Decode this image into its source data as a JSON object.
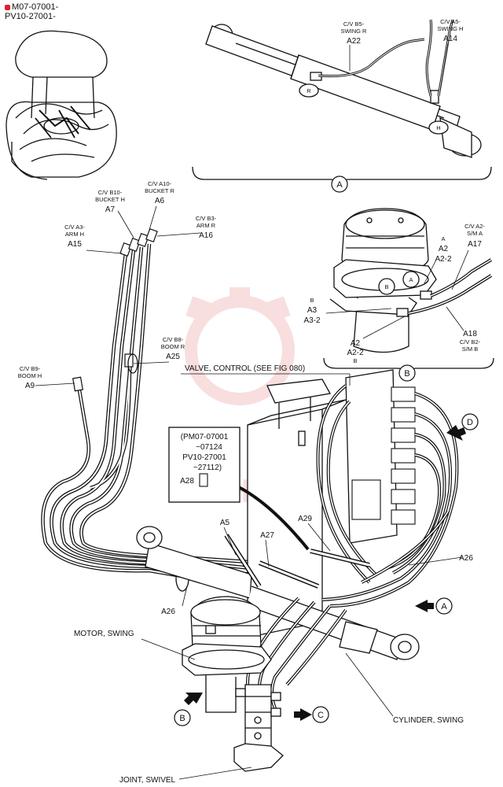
{
  "header": {
    "serial_line_1": "M07-07001-",
    "serial_line_2": "PV10-27001-"
  },
  "watermark": {
    "text": "ИНТЕХ",
    "color": "#f4c4c4"
  },
  "colors": {
    "ink": "#111111",
    "accent": "#d8252a"
  },
  "views": {
    "a": {
      "letter": "A"
    },
    "b": {
      "letter": "B"
    },
    "c": {
      "letter": "C"
    },
    "d": {
      "letter": "D"
    }
  },
  "detail_a": {
    "label_b5_l1": "C/V B5-",
    "label_b5_l2": "SWING R",
    "label_b5_ref": "A22",
    "label_a5_l1": "C/V A5-",
    "label_a5_l2": "SWING H",
    "label_a5_ref": "A14",
    "port_r": "R",
    "port_h": "H"
  },
  "detail_b": {
    "a_port_top": "A",
    "a2": "A2",
    "a2_2": "A2-2",
    "cv_a2_l1": "C/V A2-",
    "cv_a2_l2": "S/M A",
    "a17": "A17",
    "b_port": "B",
    "a3": "A3",
    "a3_2": "A3-2",
    "a2_lower": "A2",
    "a2_2_lower": "A2-2",
    "b_lower": "B",
    "a18": "A18",
    "cv_b2_l1": "C/V B2-",
    "cv_b2_l2": "S/M B",
    "circle_b": "B",
    "circle_a": "A"
  },
  "hoses": {
    "b10_l1": "C/V B10-",
    "b10_l2": "BUCKET H",
    "b10_ref": "A7",
    "a10_l1": "C/V A10-",
    "a10_l2": "BUCKET R",
    "a10_ref": "A6",
    "b3_l1": "C/V B3-",
    "b3_l2": "ARM R",
    "b3_ref": "A16",
    "a3_l1": "C/V A3-",
    "a3_l2": "ARM H",
    "a3_ref": "A15",
    "b8_l1": "C/V B8-",
    "b8_l2": "BOOM R",
    "b8_ref": "A25",
    "b9_l1": "C/V B9-",
    "b9_l2": "BOOM H",
    "b9_ref": "A9"
  },
  "callouts": {
    "valve_control": "VALVE, CONTROL (SEE FIG 080)",
    "serial_box_l1": "(PM07-07001",
    "serial_box_l2": "~07124",
    "serial_box_l3": "PV10-27001",
    "serial_box_l4": "~27112)",
    "a28": "A28",
    "a5": "A5",
    "a27": "A27",
    "a29": "A29",
    "a26_right": "A26",
    "a26_left": "A26",
    "motor_swing": "MOTOR, SWING",
    "cylinder_swing": "CYLINDER, SWING",
    "joint_swivel": "JOINT, SWIVEL"
  }
}
